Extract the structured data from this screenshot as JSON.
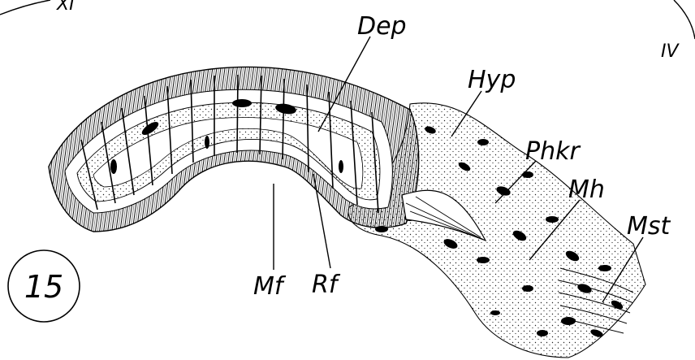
{
  "figure": {
    "number": "15",
    "corner_left": "XI",
    "corner_right": "IV"
  },
  "labels": {
    "dep": "Dep",
    "hyp": "Hyp",
    "phkr": "Phkr",
    "mh": "Mh",
    "mst": "Mst",
    "mf": "Mf",
    "rf": "Rf"
  }
}
